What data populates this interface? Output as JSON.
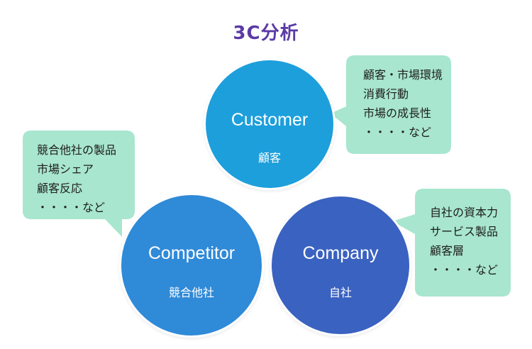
{
  "title": "3C分析",
  "colors": {
    "customer": "#1d9fdb",
    "competitor": "#2f8ad8",
    "company": "#3a62c0",
    "bubble": "#a8e6cf"
  },
  "circles": {
    "customer": {
      "en": "Customer",
      "jp": "顧客"
    },
    "competitor": {
      "en": "Competitor",
      "jp": "競合他社"
    },
    "company": {
      "en": "Company",
      "jp": "自社"
    }
  },
  "bubbles": {
    "customer": [
      "顧客・市場環境",
      "消費行動",
      "市場の成長性",
      "・・・・など"
    ],
    "competitor": [
      "競合他社の製品",
      "市場シェア",
      "顧客反応",
      "・・・・など"
    ],
    "company": [
      "自社の資本力",
      "サービス製品",
      "顧客層",
      "・・・・など"
    ]
  }
}
